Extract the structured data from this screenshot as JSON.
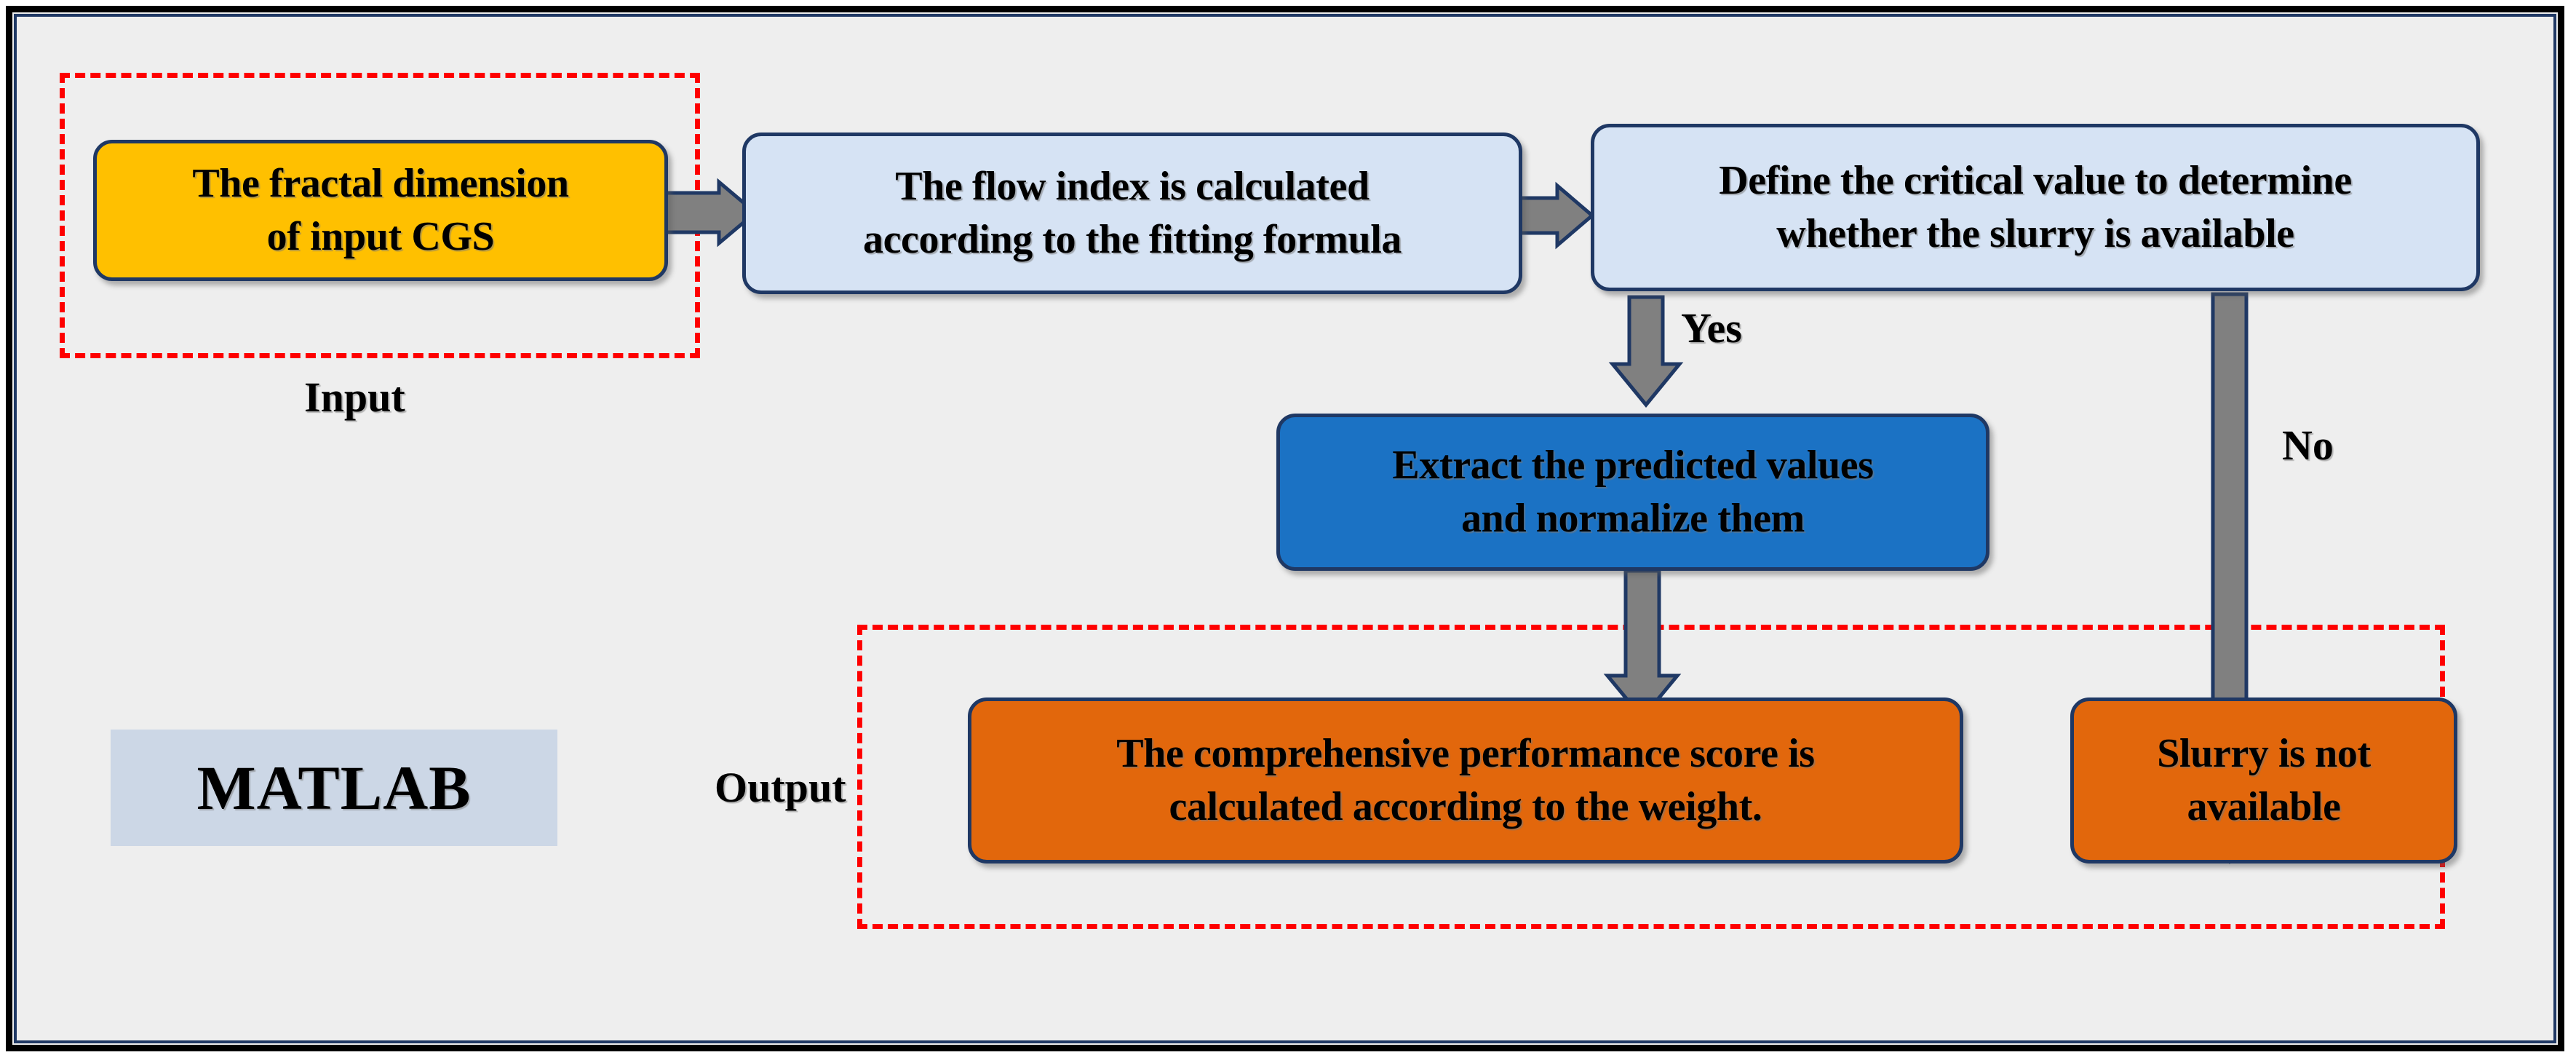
{
  "figure": {
    "kind": "flowchart",
    "background_color": "#eeeeee",
    "frame_outer_color": "#000000",
    "frame_inner_color": "#1f3864"
  },
  "palette": {
    "yellow": "#ffc000",
    "light_blue": "#d6e3f4",
    "blue": "#1b72c4",
    "orange": "#e2670c",
    "arrow_fill": "#808080",
    "arrow_outline": "#1f3864",
    "dashed_red": "#fe0000",
    "matlab_tag_bg": "#ccd7e6"
  },
  "environment_tag": {
    "label": "MATLAB"
  },
  "groups": [
    {
      "id": "input-group",
      "label": "Input",
      "border_color": "#fe0000",
      "style": "dashed"
    },
    {
      "id": "output-group",
      "label": "Output",
      "border_color": "#fe0000",
      "style": "dashed"
    }
  ],
  "nodes": [
    {
      "id": "fractal-dimension",
      "label": "The fractal dimension of input CGS",
      "line1": "The fractal dimension",
      "line2": "of input CGS",
      "fill": "#ffc000",
      "role": "input"
    },
    {
      "id": "flow-index",
      "label": "The flow index is calculated according to the fitting formula",
      "line1": "The flow index is calculated",
      "line2": "according to the fitting formula",
      "fill": "#d6e3f4",
      "role": "process"
    },
    {
      "id": "critical-value",
      "label": "Define the critical value to determine whether the slurry is available",
      "line1": "Define the critical value to determine",
      "line2": "whether the slurry is available",
      "fill": "#d6e3f4",
      "role": "decision"
    },
    {
      "id": "extract-normalize",
      "label": "Extract the predicted values and normalize them",
      "line1": "Extract the predicted values",
      "line2": "and normalize them",
      "fill": "#1b72c4",
      "role": "process"
    },
    {
      "id": "performance-score",
      "label": "The comprehensive performance score is calculated according to the weight.",
      "line1": "The comprehensive performance score is",
      "line2": "calculated according to the weight.",
      "fill": "#e2670c",
      "role": "output"
    },
    {
      "id": "slurry-unavailable",
      "label": "Slurry is not available",
      "line1": "Slurry is not",
      "line2": "available",
      "fill": "#e2670c",
      "role": "output"
    }
  ],
  "edges": [
    {
      "id": "e1",
      "from": "fractal-dimension",
      "to": "flow-index",
      "label": "",
      "direction": "right"
    },
    {
      "id": "e2",
      "from": "flow-index",
      "to": "critical-value",
      "label": "",
      "direction": "right"
    },
    {
      "id": "e3",
      "from": "critical-value",
      "to": "extract-normalize",
      "label": "Yes",
      "direction": "down"
    },
    {
      "id": "e4",
      "from": "extract-normalize",
      "to": "performance-score",
      "label": "",
      "direction": "down"
    },
    {
      "id": "e5",
      "from": "critical-value",
      "to": "slurry-unavailable",
      "label": "No",
      "direction": "down"
    }
  ],
  "edge_labels": {
    "yes": "Yes",
    "no": "No"
  }
}
